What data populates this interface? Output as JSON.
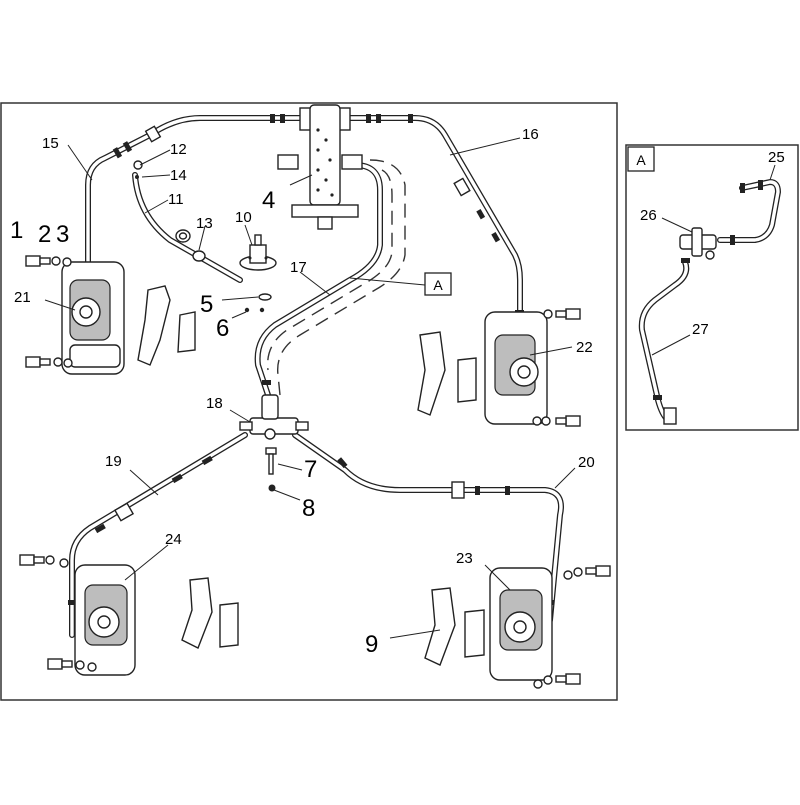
{
  "diagram": {
    "frame_label": "A",
    "detail_label": "A",
    "callouts": [
      "1",
      "2",
      "3",
      "4",
      "5",
      "6",
      "7",
      "8",
      "9",
      "10",
      "11",
      "12",
      "13",
      "14",
      "15",
      "16",
      "17",
      "18",
      "19",
      "20",
      "21",
      "22",
      "23",
      "24",
      "25",
      "26",
      "27"
    ]
  }
}
